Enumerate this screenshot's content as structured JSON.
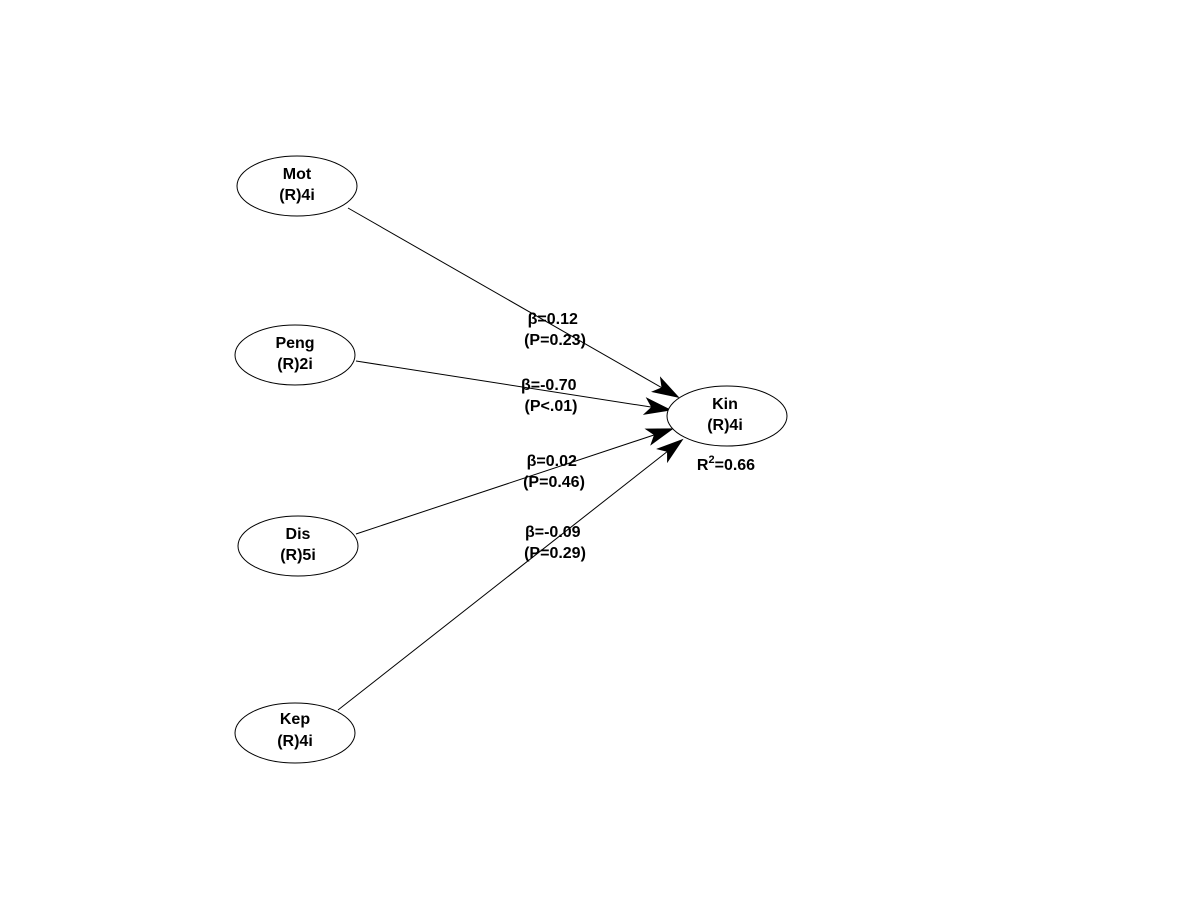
{
  "colors": {
    "stroke": "#000000",
    "background": "#ffffff"
  },
  "nodes": {
    "mot": {
      "name": "Mot",
      "indicators": "(R)4i"
    },
    "peng": {
      "name": "Peng",
      "indicators": "(R)2i"
    },
    "dis": {
      "name": "Dis",
      "indicators": "(R)5i"
    },
    "kep": {
      "name": "Kep",
      "indicators": "(R)4i"
    },
    "kin": {
      "name": "Kin",
      "indicators": "(R)4i",
      "r2_prefix": "R",
      "r2_sup": "2",
      "r2_value": "=0.66"
    }
  },
  "paths": {
    "mot_kin": {
      "beta_symbol": "β",
      "beta": "=0.12",
      "p": "(P=0.23)"
    },
    "peng_kin": {
      "beta_symbol": "β",
      "beta": "=-0.70",
      "p": "(P<.01)"
    },
    "dis_kin": {
      "beta_symbol": "β",
      "beta": "=0.02",
      "p": "(P=0.46)"
    },
    "kep_kin": {
      "beta_symbol": "β",
      "beta": "=-0.09",
      "p": "(P=0.29)"
    }
  }
}
